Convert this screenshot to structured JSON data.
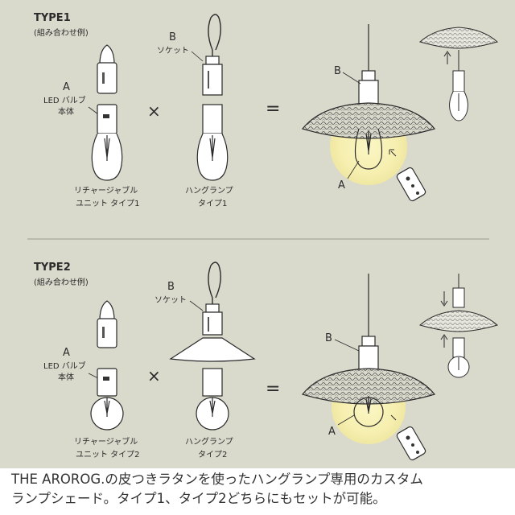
{
  "type1": {
    "title": "TYPE1",
    "subtitle": "(組み合わせ例)",
    "label_a": "A",
    "led_line1": "LED バルブ",
    "led_line2": "本体",
    "label_b": "B",
    "socket": "ソケット",
    "unit_line1": "リチャージャブル",
    "unit_line2": "ユニット タイプ1",
    "hang_line1": "ハングランプ",
    "hang_line2": "タイプ1",
    "times": "×",
    "equals": "=",
    "result_b": "B",
    "result_a": "A"
  },
  "type2": {
    "title": "TYPE2",
    "subtitle": "(組み合わせ例)",
    "label_a": "A",
    "led_line1": "LED バルブ",
    "led_line2": "本体",
    "label_b": "B",
    "socket": "ソケット",
    "unit_line1": "リチャージャブル",
    "unit_line2": "ユニット タイプ2",
    "hang_line1": "ハングランプ",
    "hang_line2": "タイプ2",
    "times": "×",
    "equals": "=",
    "result_b": "B",
    "result_a": "A"
  },
  "caption": {
    "line1": "THE AROROG.の皮つきラタンを使ったハングランプ専用のカスタム",
    "line2": "ランプシェード。タイプ1、タイプ2どちらにもセットが可能。"
  }
}
